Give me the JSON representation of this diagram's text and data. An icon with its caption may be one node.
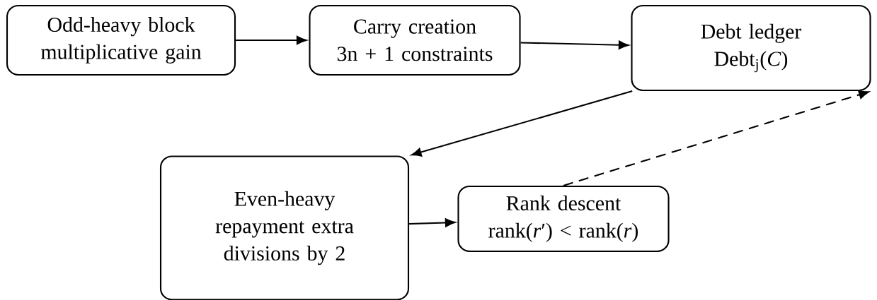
{
  "diagram": {
    "nodes": [
      {
        "text": [
          "Odd-heavy block multiplicative gain"
        ]
      },
      {
        "text": [
          "Carry creation",
          "3n + 1 constraints"
        ]
      },
      {
        "text": [
          "Debt ledger",
          "Debt$_{j}$(*C*)"
        ]
      },
      {
        "text": [
          "Even-heavy repayment extra divisions by 2"
        ]
      },
      {
        "text": [
          "Rank descent",
          "rank(*r*′) < rank(*r*)"
        ]
      }
    ],
    "edges": [
      {
        "from": 0,
        "to": 1,
        "arrow": "to"
      },
      {
        "from": 1,
        "to": 2,
        "arrow": "to"
      },
      {
        "from": 2,
        "to": 3,
        "arrow": "to"
      },
      {
        "from": 3,
        "to": 4,
        "arrow": "to"
      },
      {
        "from": 4,
        "to": 2,
        "arrow": "to",
        "style": "dashed"
      }
    ]
  }
}
